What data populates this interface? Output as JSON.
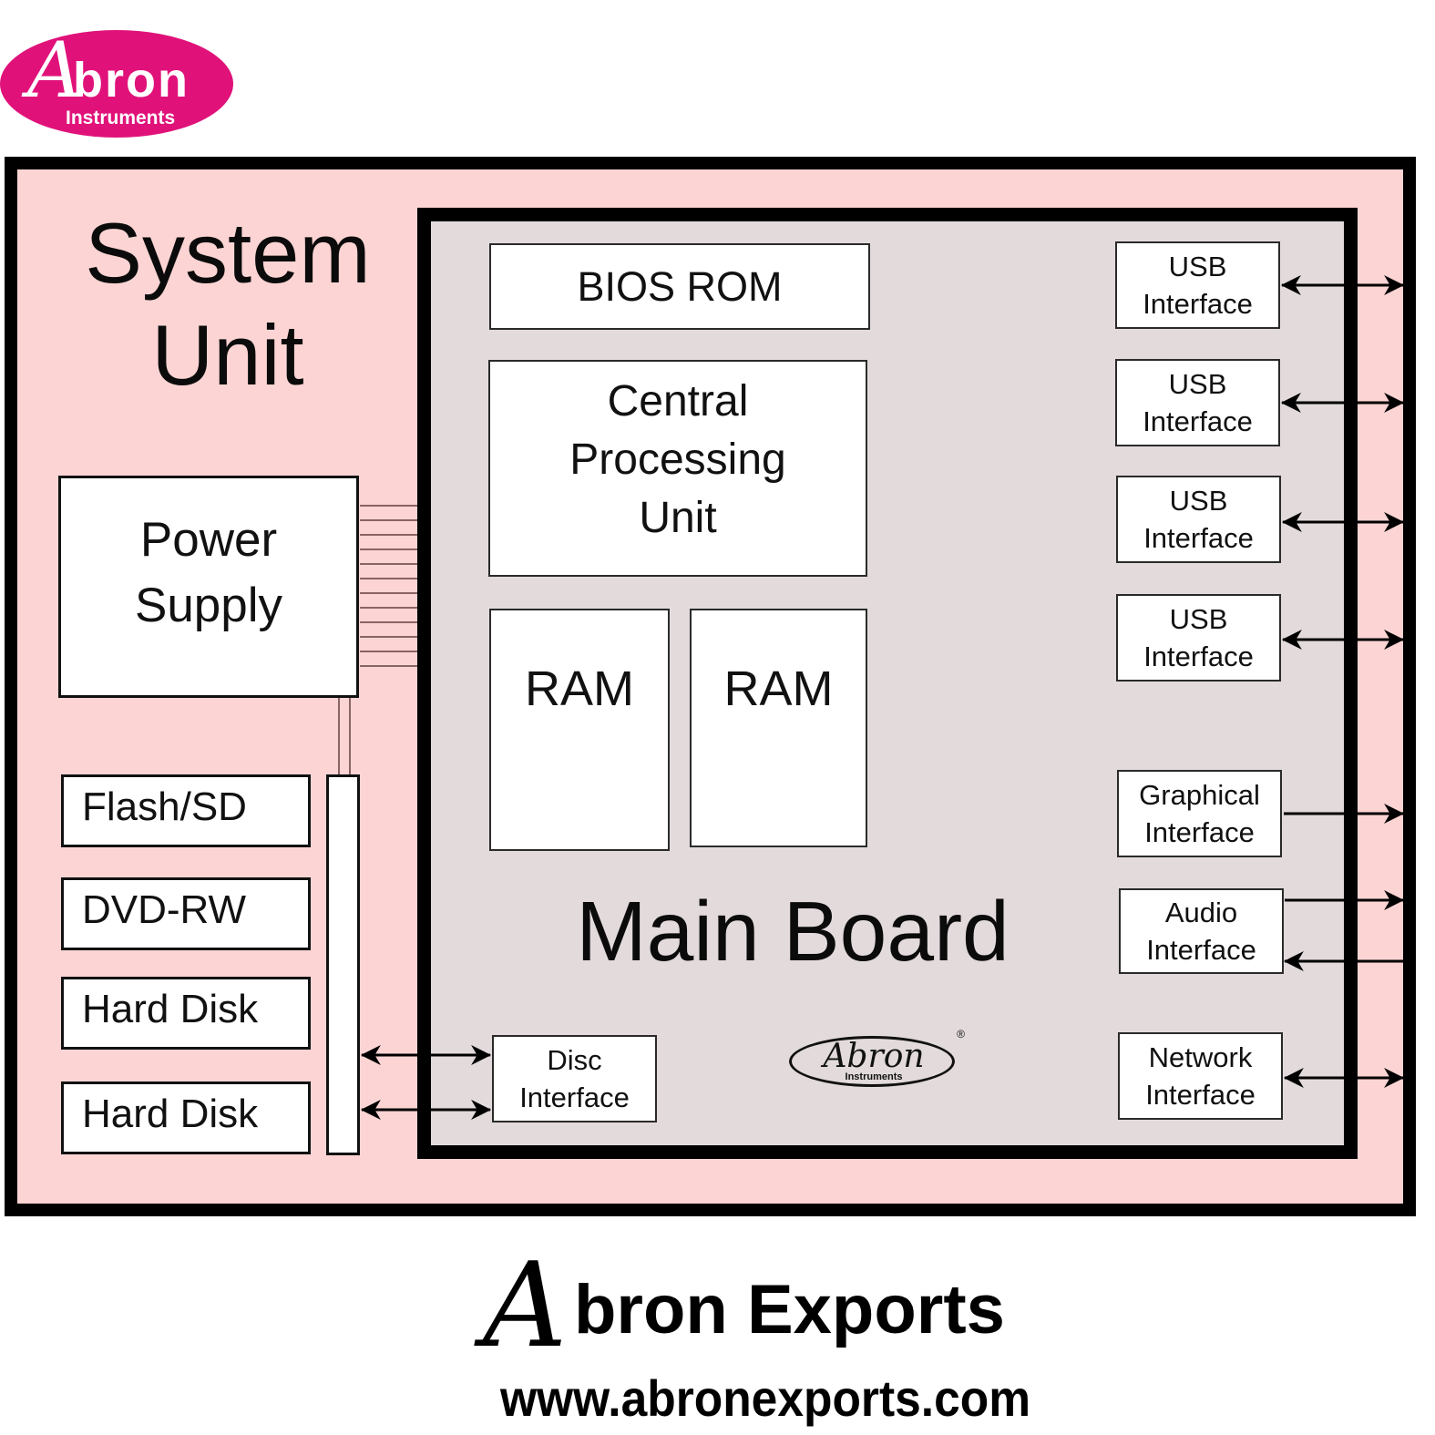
{
  "brand": {
    "logo_initial": "A",
    "logo_word": "bron",
    "logo_subtitle": "Instruments",
    "logo_color": "#e0127a"
  },
  "diagram": {
    "system_unit": {
      "title_line1": "System",
      "title_line2": "Unit",
      "fill_color": "#fdd4d4"
    },
    "main_board": {
      "title": "Main Board",
      "fill_color": "#e2dadb",
      "bios": "BIOS ROM",
      "cpu_lines": [
        "Central",
        "Processing",
        "Unit"
      ],
      "ram_modules": [
        "RAM",
        "RAM"
      ],
      "disc_interface": [
        "Disc",
        "Interface"
      ],
      "interfaces": [
        {
          "lines": [
            "USB",
            "Interface"
          ],
          "direction": "bidirectional"
        },
        {
          "lines": [
            "USB",
            "Interface"
          ],
          "direction": "bidirectional"
        },
        {
          "lines": [
            "USB",
            "Interface"
          ],
          "direction": "bidirectional"
        },
        {
          "lines": [
            "USB",
            "Interface"
          ],
          "direction": "bidirectional"
        },
        {
          "lines": [
            "Graphical",
            "Interface"
          ],
          "direction": "output"
        },
        {
          "lines": [
            "Audio",
            "Interface"
          ],
          "direction": "input-and-output"
        },
        {
          "lines": [
            "Network",
            "Interface"
          ],
          "direction": "bidirectional"
        }
      ],
      "watermark": {
        "initial_word": "Abron",
        "subtitle": "Instruments",
        "registered": "®"
      }
    },
    "power_supply": {
      "lines": [
        "Power",
        "Supply"
      ],
      "connector_count": 12,
      "connector_color": "#8a6464"
    },
    "storage_devices": [
      "Flash/SD",
      "DVD-RW",
      "Hard Disk",
      "Hard Disk"
    ],
    "disc_links": 2
  },
  "footer": {
    "initial": "A",
    "company_rest": "bron Exports",
    "url": "www.abronexports.com"
  }
}
